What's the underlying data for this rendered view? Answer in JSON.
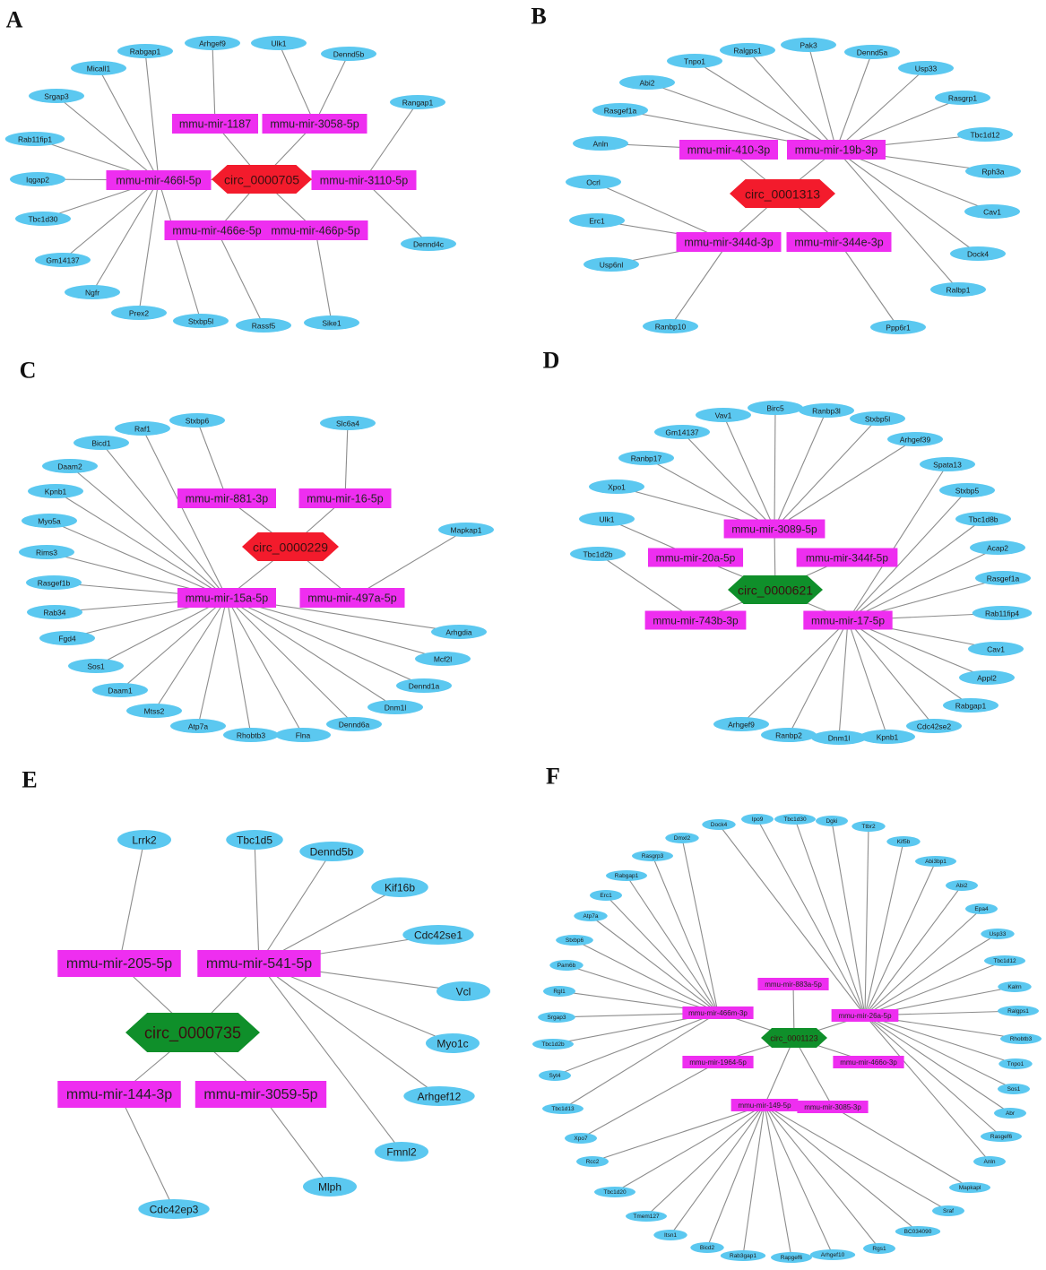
{
  "colors": {
    "gene": "#5bc8f0",
    "mirna": "#ee2ef0",
    "circ_red": "#f31b2c",
    "circ_green": "#0f8f2a",
    "edge": "#8c8c8c"
  },
  "panels": [
    {
      "label": "A",
      "circ": "circ_0000705",
      "circ_color": "red",
      "mirnas": [
        {
          "name": "mmu-mir-1187",
          "targets": [
            "Arhgef9"
          ]
        },
        {
          "name": "mmu-mir-3058-5p",
          "targets": [
            "Ulk1",
            "Dennd5b"
          ]
        },
        {
          "name": "mmu-mir-466l-5p",
          "targets": [
            "Rabgap1",
            "Micall1",
            "Srgap3",
            "Rab11fip1",
            "Iqgap2",
            "Tbc1d30",
            "Gm14137",
            "Ngfr",
            "Prex2",
            "Stxbp5l"
          ]
        },
        {
          "name": "mmu-mir-3110-5p",
          "targets": [
            "Rangap1",
            "Dennd4c"
          ]
        },
        {
          "name": "mmu-mir-466e-5p",
          "targets": [
            "Rassf5"
          ]
        },
        {
          "name": "mmu-mir-466p-5p",
          "targets": [
            "Sike1"
          ]
        }
      ]
    },
    {
      "label": "B",
      "circ": "circ_0001313",
      "circ_color": "red",
      "mirnas": [
        {
          "name": "mmu-mir-410-3p",
          "targets": [
            "Anln"
          ]
        },
        {
          "name": "mmu-mir-19b-3p",
          "targets": [
            "Abi2",
            "Tnpo1",
            "Ralgps1",
            "Pak3",
            "Dennd5a",
            "Usp33",
            "Rasgrp1",
            "Tbc1d12",
            "Rph3a",
            "Cav1",
            "Dock4",
            "Ralbp1",
            "Rasgef1a"
          ]
        },
        {
          "name": "mmu-mir-344d-3p",
          "targets": [
            "Ocrl",
            "Erc1",
            "Usp6nl",
            "Ranbp10"
          ]
        },
        {
          "name": "mmu-mir-344e-3p",
          "targets": [
            "Ppp6r1"
          ]
        }
      ]
    },
    {
      "label": "C",
      "circ": "circ_0000229",
      "circ_color": "red",
      "mirnas": [
        {
          "name": "mmu-mir-881-3p",
          "targets": [
            "Stxbp6"
          ]
        },
        {
          "name": "mmu-mir-16-5p",
          "targets": [
            "Slc6a4"
          ]
        },
        {
          "name": "mmu-mir-15a-5p",
          "targets": [
            "Raf1",
            "Bicd1",
            "Daam2",
            "Kpnb1",
            "Myo5a",
            "Rims3",
            "Rasgef1b",
            "Rab34",
            "Fgd4",
            "Sos1",
            "Daam1",
            "Mtss2",
            "Atp7a",
            "Rhobtb3",
            "Flna",
            "Dennd6a",
            "Dnm1l",
            "Dennd1a",
            "Mcf2l",
            "Arhgdia"
          ]
        },
        {
          "name": "mmu-mir-497a-5p",
          "targets": [
            "Mapkap1"
          ]
        }
      ]
    },
    {
      "label": "D",
      "circ": "circ_0000621",
      "circ_color": "green",
      "mirnas": [
        {
          "name": "mmu-mir-3089-5p",
          "targets": [
            "Gm14137",
            "Vav1",
            "Birc5",
            "Ranbp3l",
            "Stxbp5l",
            "Arhgef39",
            "Ranbp17",
            "Xpo1"
          ]
        },
        {
          "name": "mmu-mir-20a-5p",
          "targets": [
            "Ulk1"
          ]
        },
        {
          "name": "mmu-mir-344f-5p",
          "targets": []
        },
        {
          "name": "mmu-mir-743b-3p",
          "targets": [
            "Tbc1d2b"
          ]
        },
        {
          "name": "mmu-mir-17-5p",
          "targets": [
            "Spata13",
            "Stxbp5",
            "Tbc1d8b",
            "Acap2",
            "Rasgef1a",
            "Rab11fip4",
            "Cav1",
            "Appl2",
            "Rabgap1",
            "Cdc42se2",
            "Kpnb1",
            "Dnm1l",
            "Ranbp2",
            "Arhgef9"
          ]
        }
      ]
    },
    {
      "label": "E",
      "circ": "circ_0000735",
      "circ_color": "green",
      "mirnas": [
        {
          "name": "mmu-mir-205-5p",
          "targets": [
            "Lrrk2"
          ]
        },
        {
          "name": "mmu-mir-541-5p",
          "targets": [
            "Tbc1d5",
            "Dennd5b",
            "Kif16b",
            "Cdc42se1",
            "Vcl",
            "Myo1c",
            "Arhgef12",
            "Fmnl2"
          ]
        },
        {
          "name": "mmu-mir-144-3p",
          "targets": [
            "Cdc42ep3"
          ]
        },
        {
          "name": "mmu-mir-3059-5p",
          "targets": [
            "Mlph"
          ]
        }
      ]
    },
    {
      "label": "F",
      "circ": "circ_0001123",
      "circ_color": "green",
      "mirnas": [
        {
          "name": "mmu-mir-883a-5p",
          "targets": []
        },
        {
          "name": "mmu-mir-466m-3p",
          "targets": [
            "Dmxl2",
            "Rasgrp3",
            "Rabgap1",
            "Erc1",
            "Atp7a",
            "Stxbp6",
            "Pam6b",
            "Rgl1",
            "Srgap3",
            "Tbc1d2b",
            "Syt4",
            "Tbc1d13"
          ]
        },
        {
          "name": "mmu-mir-26a-5p",
          "targets": [
            "Dock4",
            "Ipo9",
            "Tbc1d30",
            "Dgki",
            "Ttbr2",
            "Kif5b",
            "Abi3bp1",
            "Abi2",
            "Epa4",
            "Usp33",
            "Tbc1d12",
            "Kalrn",
            "Ralgps1",
            "Rhobtb3",
            "Tnpo1",
            "Sos1",
            "Abr",
            "Rasgef6",
            "Anln"
          ]
        },
        {
          "name": "mmu-mir-1964-5p",
          "targets": [
            "Xpo7"
          ]
        },
        {
          "name": "mmu-mir-466o-3p",
          "targets": []
        },
        {
          "name": "mmu-mir-149-5p",
          "targets": [
            "Rcc2",
            "Tbc1d20",
            "Tmem127",
            "Itsn1",
            "Bicd2",
            "Rab3gap1",
            "Rapgef6",
            "Arhgef10",
            "Rgs1",
            "BC034090",
            "Sraf"
          ]
        },
        {
          "name": "mmu-mir-3085-3p",
          "targets": [
            "Mapkapl"
          ]
        }
      ]
    }
  ]
}
